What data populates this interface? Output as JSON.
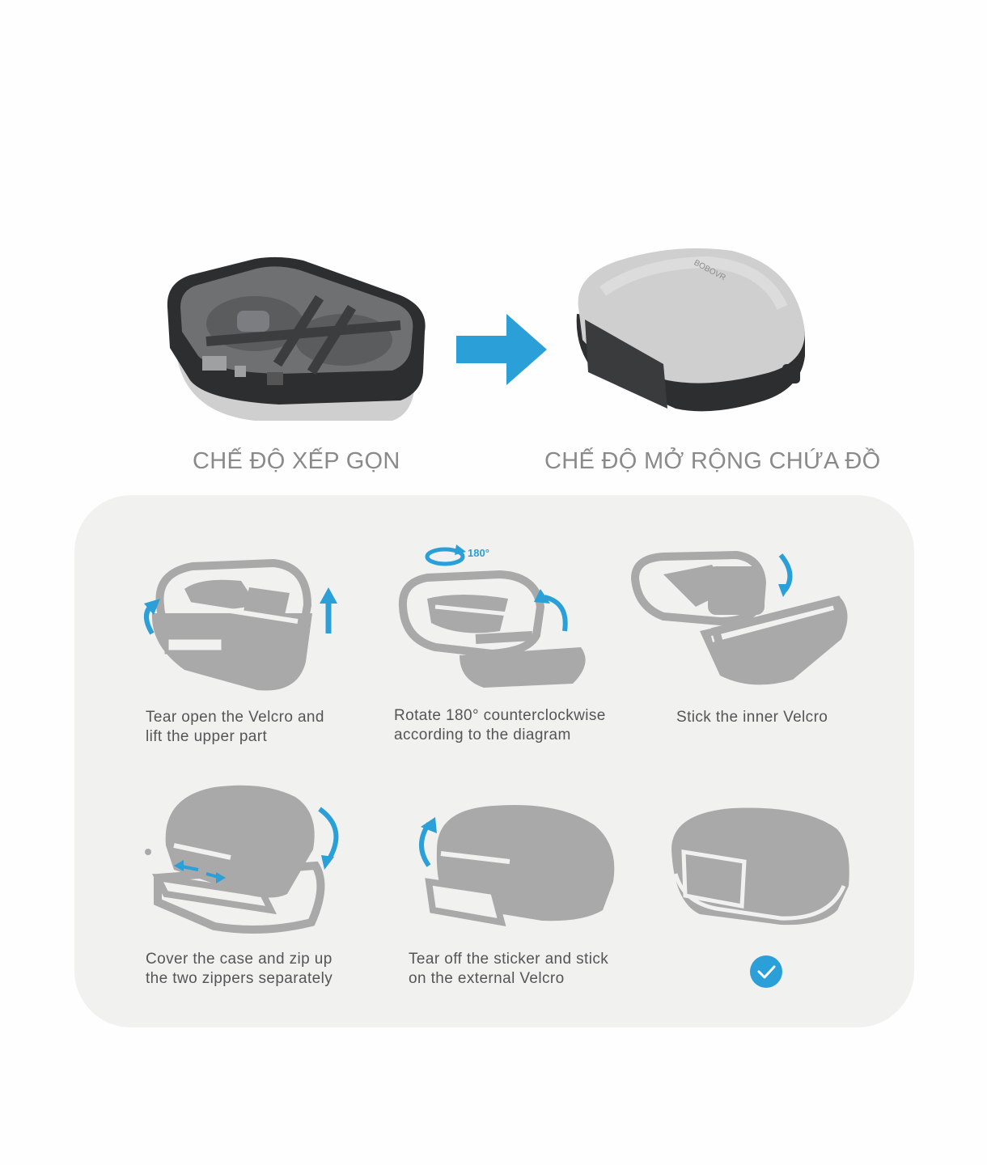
{
  "modes": {
    "collapsed_label": "CHẾ ĐỘ XẾP GỌN",
    "expanded_label": "CHẾ ĐỘ MỞ RỘNG CHỨA ĐỒ"
  },
  "product": {
    "brand_text": "BOBOVR"
  },
  "rotation_badge": "180°",
  "steps": [
    {
      "line1": "Tear open the Velcro and",
      "line2": "lift the upper part",
      "icon": "case-lift-icon"
    },
    {
      "line1": "Rotate 180° counterclockwise",
      "line2": "according to the diagram",
      "icon": "case-rotate-icon"
    },
    {
      "line1": "Stick the inner Velcro",
      "line2": "",
      "icon": "case-velcro-icon"
    },
    {
      "line1": "Cover the case and zip up",
      "line2": "the two zippers separately",
      "icon": "case-zip-icon"
    },
    {
      "line1": "Tear off the sticker and stick",
      "line2": "on the external Velcro",
      "icon": "case-sticker-icon"
    },
    {
      "line1": "",
      "line2": "",
      "icon": "check-circle-icon"
    }
  ],
  "colors": {
    "accent": "#2a9fd8",
    "illustration_gray": "#a9a9a9",
    "panel_bg": "#f1f1f0",
    "label_gray": "#8a8a8a"
  }
}
